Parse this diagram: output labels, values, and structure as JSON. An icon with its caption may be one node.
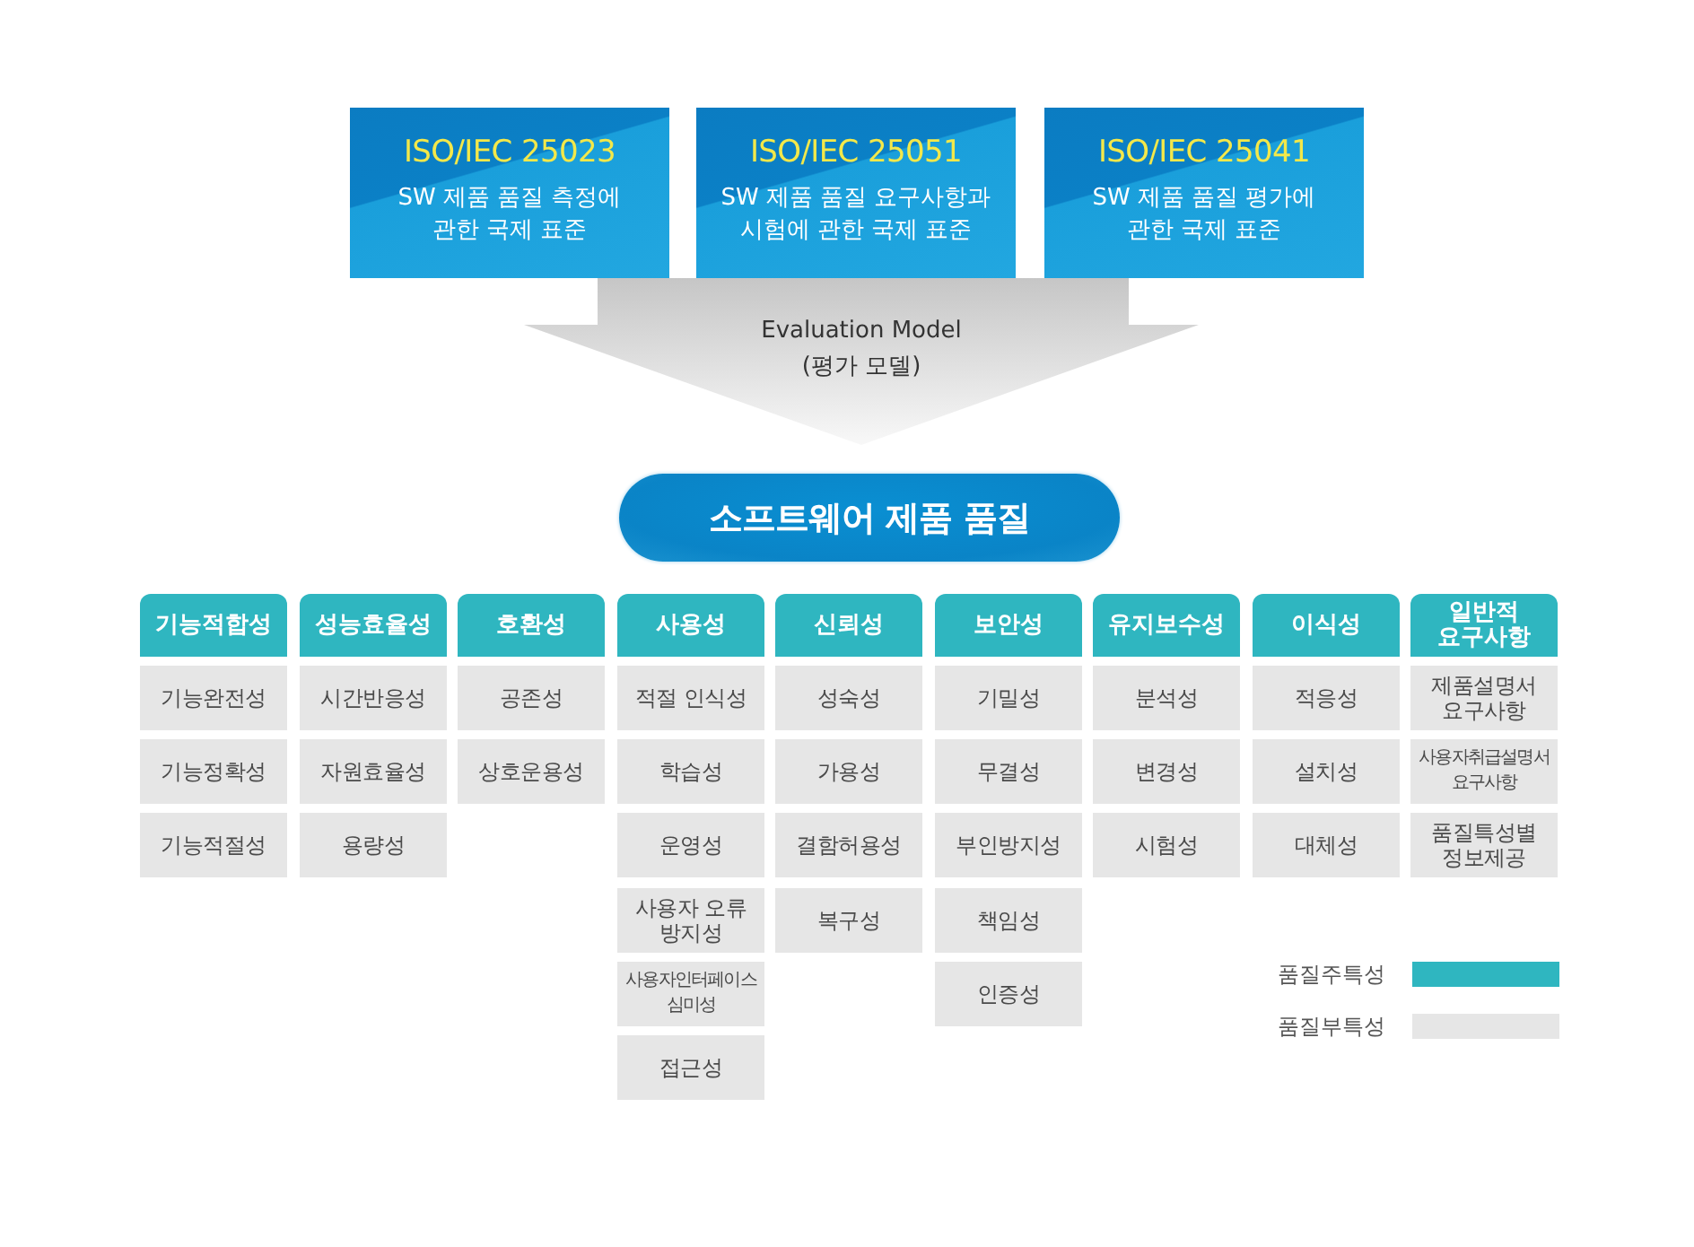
{
  "diagram": {
    "nodes": [
      {
        "text": [
          "ISO/IEC 25023",
          "SW 제품 품질 측정에 관한 국제 표준"
        ]
      },
      {
        "text": [
          "ISO/IEC 25051",
          "SW 제품 품질 요구사항과 시험에 관한 국제 표준"
        ]
      },
      {
        "text": [
          "ISO/IEC 25041",
          "SW 제품 품질 평가에 관한 국제 표준"
        ]
      },
      {
        "text": [
          "Evaluation Model (평가 모델)"
        ]
      },
      {
        "text": [
          "소프트웨어 제품 품질"
        ]
      },
      {
        "text": [
          "기능적합성"
        ]
      },
      {
        "text": [
          "기능완전성"
        ]
      },
      {
        "text": [
          "기능정확성"
        ]
      },
      {
        "text": [
          "기능적절성"
        ]
      },
      {
        "text": [
          "성능효율성"
        ]
      },
      {
        "text": [
          "시간반응성"
        ]
      },
      {
        "text": [
          "자원효율성"
        ]
      },
      {
        "text": [
          "용량성"
        ]
      },
      {
        "text": [
          "호환성"
        ]
      },
      {
        "text": [
          "공존성"
        ]
      },
      {
        "text": [
          "상호운용성"
        ]
      },
      {
        "text": [
          "사용성"
        ]
      },
      {
        "text": [
          "적절 인식성"
        ]
      },
      {
        "text": [
          "학습성"
        ]
      },
      {
        "text": [
          "운영성"
        ]
      },
      {
        "text": [
          "사용자 오류 방지성"
        ]
      },
      {
        "text": [
          "사용자인터페이스 심미성"
        ]
      },
      {
        "text": [
          "접근성"
        ]
      },
      {
        "text": [
          "신뢰성"
        ]
      },
      {
        "text": [
          "성숙성"
        ]
      },
      {
        "text": [
          "가용성"
        ]
      },
      {
        "text": [
          "결함허용성"
        ]
      },
      {
        "text": [
          "복구성"
        ]
      },
      {
        "text": [
          "보안성"
        ]
      },
      {
        "text": [
          "기밀성"
        ]
      },
      {
        "text": [
          "무결성"
        ]
      },
      {
        "text": [
          "부인방지성"
        ]
      },
      {
        "text": [
          "책임성"
        ]
      },
      {
        "text": [
          "인증성"
        ]
      },
      {
        "text": [
          "유지보수성"
        ]
      },
      {
        "text": [
          "분석성"
        ]
      },
      {
        "text": [
          "변경성"
        ]
      },
      {
        "text": [
          "시험성"
        ]
      },
      {
        "text": [
          "이식성"
        ]
      },
      {
        "text": [
          "적응성"
        ]
      },
      {
        "text": [
          "설치성"
        ]
      },
      {
        "text": [
          "대체성"
        ]
      },
      {
        "text": [
          "일반적 요구사항"
        ]
      },
      {
        "text": [
          "제품설명서 요구사항"
        ]
      },
      {
        "text": [
          "사용자취급설명서 요구사항"
        ]
      },
      {
        "text": [
          "품질특성별 정보제공"
        ]
      }
    ],
    "legend": [
      {
        "text": "품질주특성",
        "color": "#2fb6c0"
      },
      {
        "text": "품질부특성",
        "color": "#e6e6e6"
      }
    ]
  }
}
